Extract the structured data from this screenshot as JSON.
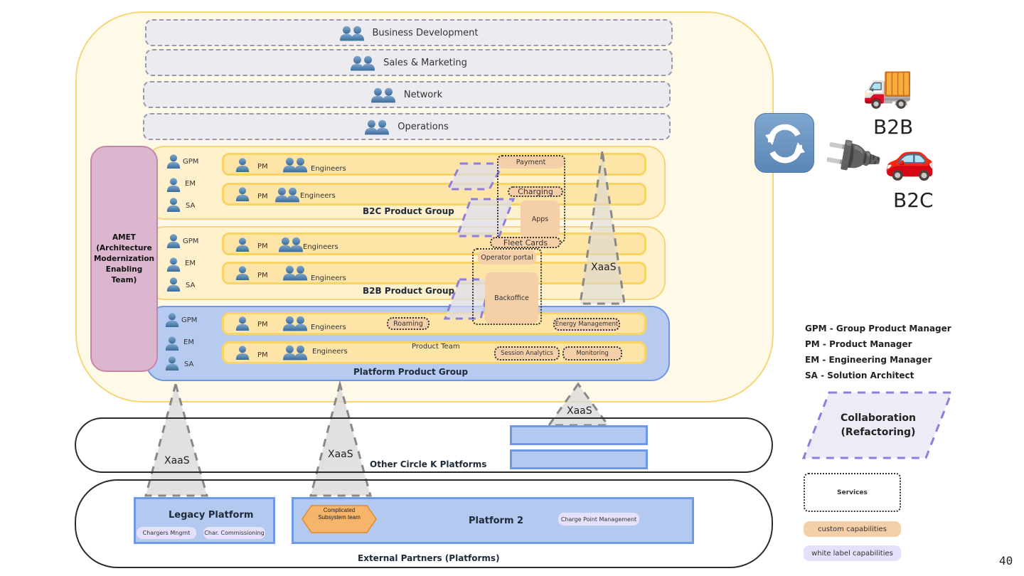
{
  "functions": [
    {
      "label": "Business Development",
      "icon": "people-icon"
    },
    {
      "label": "Sales & Marketing",
      "icon": "people-icon"
    },
    {
      "label": "Network",
      "icon": "people-icon"
    },
    {
      "label": "Operations",
      "icon": "people-icon"
    }
  ],
  "amet": {
    "label": "AMET (Architecture Modernization Enabling Team)"
  },
  "roles": {
    "gpm": "GPM",
    "em": "EM",
    "sa": "SA",
    "pm": "PM",
    "engineers": "Engineers"
  },
  "groups": {
    "b2c": {
      "title": "B2C Product Group"
    },
    "b2b": {
      "title": "B2B Product Group"
    },
    "platform": {
      "title": "Platform Product Group",
      "product_team_label": "Product Team"
    }
  },
  "capabilities": {
    "payment": "Payment",
    "charging": "Charging",
    "apps": "Apps",
    "fleet_cards": "Fleet Cards",
    "operator_portal": "Operator portal",
    "backoffice": "Backoffice",
    "roaming": "Roaming",
    "energy_management": "Energy Management",
    "session_analytics": "Session Analytics",
    "monitoring": "Monitoring"
  },
  "xaas_label": "XaaS",
  "lanes": {
    "other_platforms": {
      "title": "Other Circle K Platforms"
    },
    "external_partners": {
      "title": "External Partners (Platforms)"
    }
  },
  "platforms": {
    "legacy": {
      "title": "Legacy Platform",
      "capabilities": [
        "Chargers Mngmt",
        "Char. Commissioning"
      ]
    },
    "platform2": {
      "title": "Platform 2",
      "subsystem": "Complicated Subsystem team",
      "capabilities": [
        "Charge Point Management"
      ]
    }
  },
  "markets": {
    "b2b": {
      "label": "B2B",
      "icon": "delivery-truck-icon",
      "glyph": "🚚"
    },
    "b2c": {
      "label": "B2C",
      "icon": "car-icon",
      "glyph": "🚗"
    },
    "plug_glyph": "🔌",
    "sync_icon": "sync-arrows-icon"
  },
  "legend": {
    "abbreviations": [
      "GPM - Group Product Manager",
      "PM - Product Manager",
      "EM - Engineering Manager",
      "SA - Solution Architect"
    ],
    "collaboration": "Collaboration (Refactoring)",
    "services": "Services",
    "custom": "custom capabilities",
    "white_label": "white label capabilities"
  },
  "colors": {
    "org_bg": "#fff9e8",
    "org_border": "#f5d778",
    "team_fill": "#fde5a8",
    "platform_blue": "#b4c9ef",
    "custom_capability": "#f5cfa8",
    "white_label_capability": "#e5e0fb",
    "collaboration_border": "#8f7ddc",
    "amet_fill": "#dcb6cf"
  },
  "page_number": "40"
}
